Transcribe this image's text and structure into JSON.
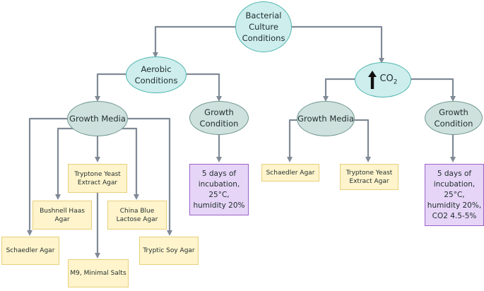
{
  "root": {
    "label": "Bacterial\nCulture\nConditions"
  },
  "aerobic": {
    "label": "Aerobic\nConditions",
    "growth_media": {
      "label": "Growth Media",
      "items": {
        "tryptone_yeast": "Tryptone Yeast\nExtract Agar",
        "bushnell_haas": "Bushnell Haas\nAgar",
        "china_blue": "China Blue\nLactose Agar",
        "schaedler": "Schaedler Agar",
        "m9": "M9, Minimal Salts",
        "tryptic_soy": "Tryptic Soy Agar"
      }
    },
    "growth_condition": {
      "label": "Growth\nCondition",
      "detail": "5 days of\nincubation,\n25°C,\nhumidity 20%"
    }
  },
  "co2": {
    "label_main": "CO",
    "label_sub": "2",
    "icon": "up-arrow-icon",
    "growth_media": {
      "label": "Growth Media",
      "items": {
        "schaedler": "Schaedler Agar",
        "tryptone_yeast": "Tryptone Yeast\nExtract Agar"
      }
    },
    "growth_condition": {
      "label": "Growth\nCondition",
      "detail": "5 days of\nincubation,\n25°C,\nhumidity 20%,\nCO2 4.5-5%"
    }
  },
  "colors": {
    "connector": "#808a96",
    "root_fill": "#cdeeed",
    "sub_fill": "#cfe1dc",
    "media_box": "#fff4cc",
    "condition_box": "#e6d5f7"
  }
}
